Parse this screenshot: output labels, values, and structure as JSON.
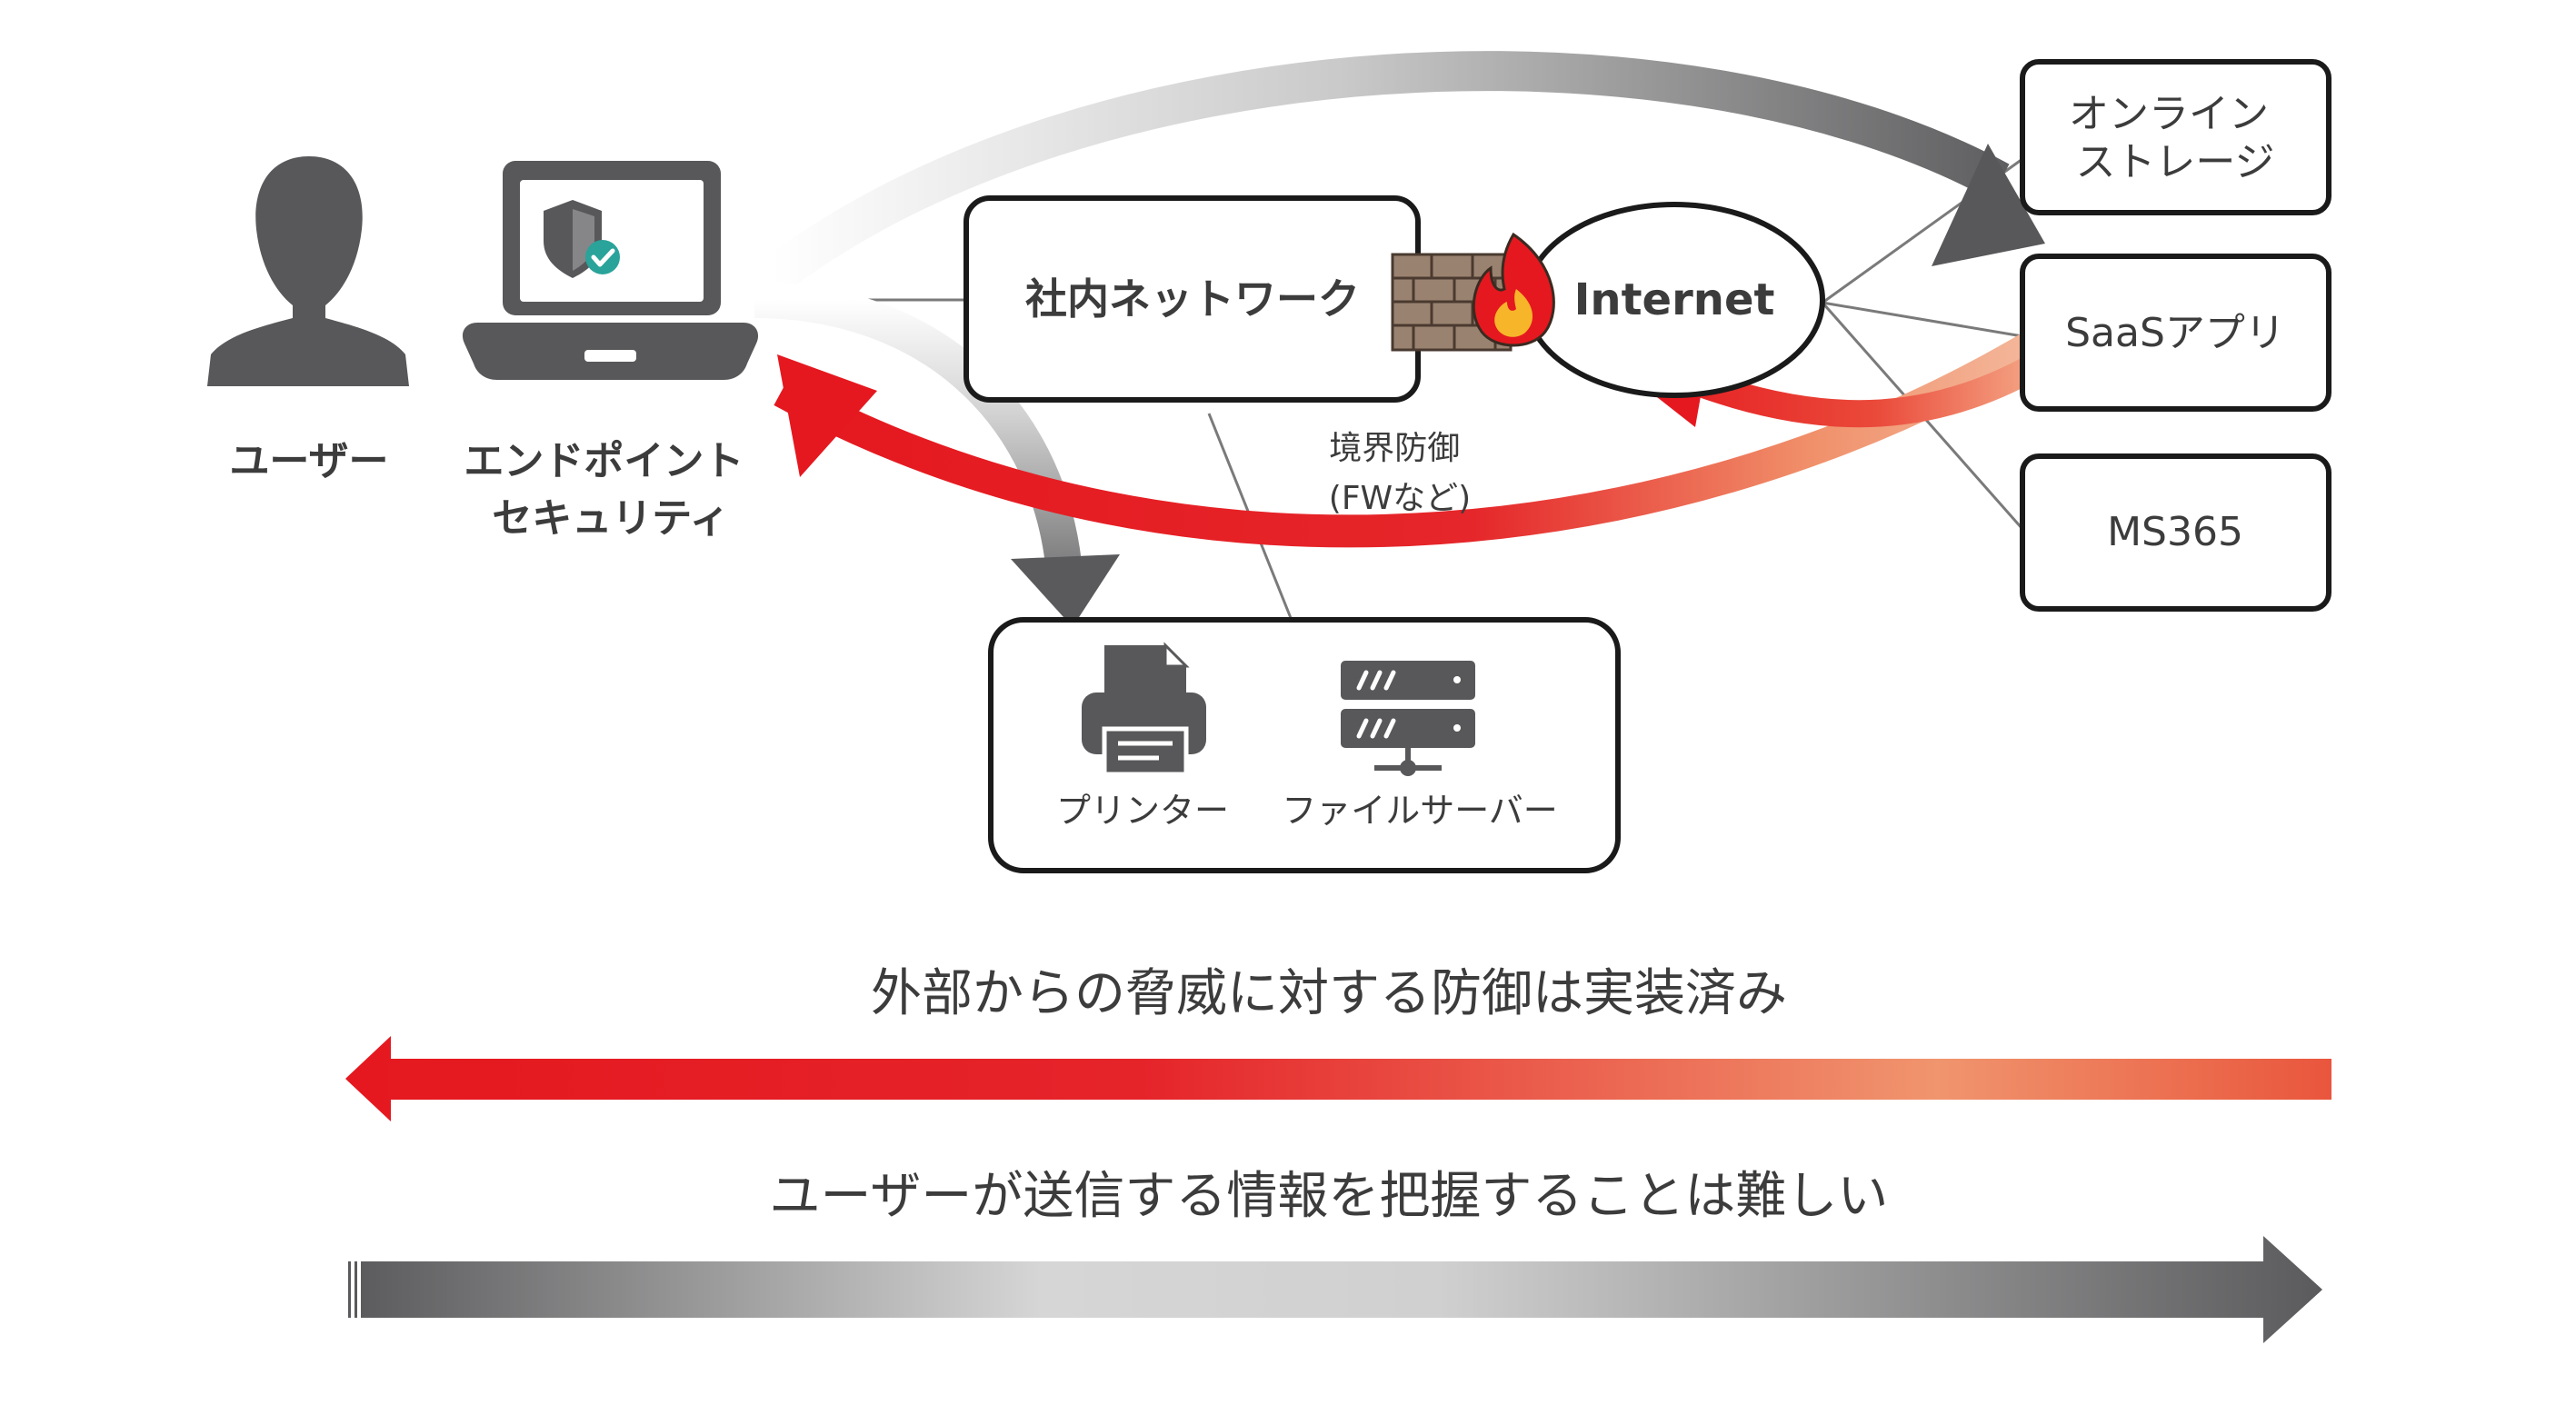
{
  "actors": {
    "user_label": "ユーザー",
    "endpoint_label_line1": "エンドポイント",
    "endpoint_label_line2": "セキュリティ"
  },
  "network": {
    "internal_label": "社内ネットワーク",
    "internet_label": "Internet",
    "boundary_label_line1": "境界防御",
    "boundary_label_line2": "(FWなど)"
  },
  "devices": {
    "printer_label": "プリンター",
    "fileserver_label": "ファイルサーバー"
  },
  "cloud_services": [
    {
      "label_line1": "オンライン",
      "label_line2": "ストレージ"
    },
    {
      "label_line1": "SaaSアプリ",
      "label_line2": ""
    },
    {
      "label_line1": "MS365",
      "label_line2": ""
    }
  ],
  "captions": {
    "threat_defense": "外部からの脅威に対する防御は実装済み",
    "user_info": "ユーザーが送信する情報を把握することは難しい"
  },
  "colors": {
    "dark_gray": "#58585a",
    "threat_red": "#e5181f",
    "threat_orange": "#f0906a",
    "light_gray": "#d9d9d9",
    "brick": "#9a8270",
    "check_teal": "#2aa39a"
  }
}
